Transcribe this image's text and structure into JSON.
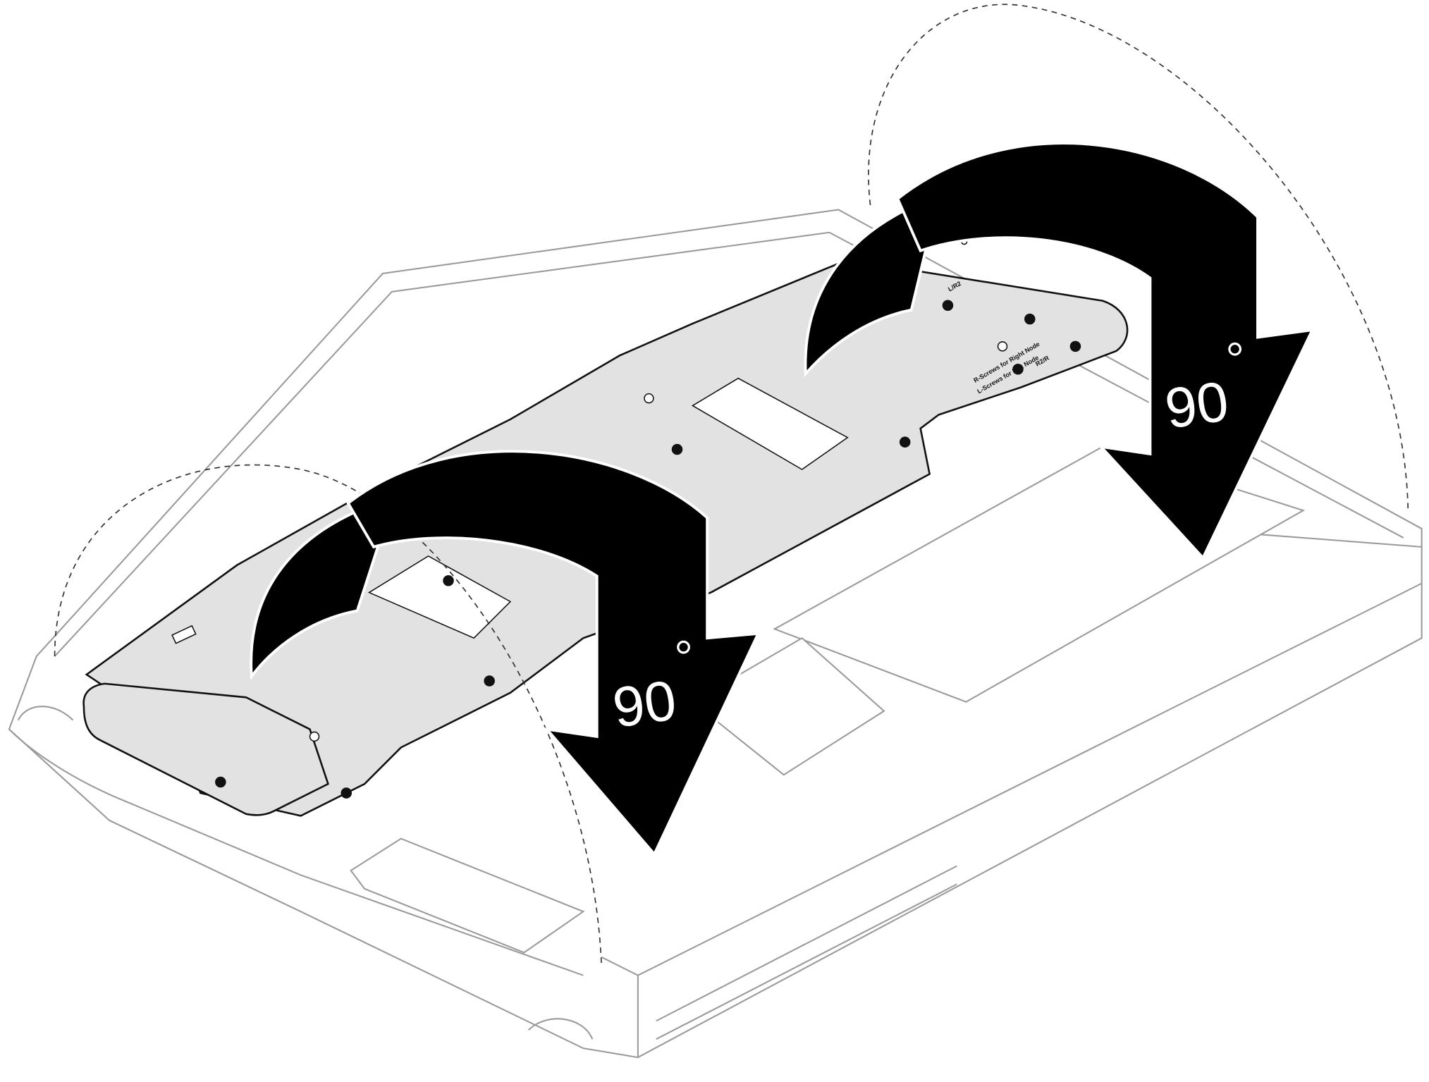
{
  "diagram": {
    "description_labels": {
      "rotation_back": "90",
      "rotation_front": "90",
      "degree_symbol": "°"
    },
    "plate_labels": {
      "r_screws": "R-Screws for Right Node",
      "l_screws": "L-Screws for Left Node",
      "lr2": "L/R2",
      "r2r": "R2/R"
    },
    "colors": {
      "arrow": "#000000",
      "plate": "#e2e2e2",
      "chassis_line": "#9a9a9a"
    }
  }
}
